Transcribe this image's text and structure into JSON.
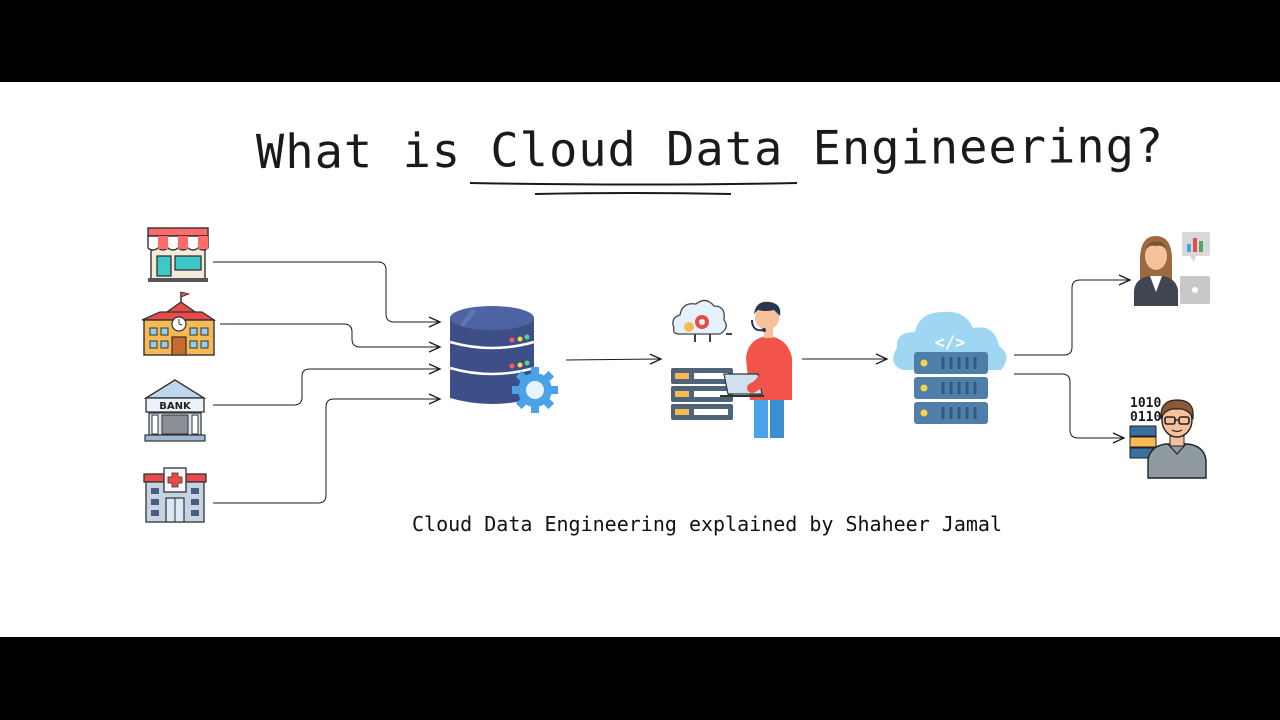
{
  "title": {
    "prefix": "What is ",
    "highlight": "Cloud Data",
    "suffix": " Engineering?"
  },
  "caption": "Cloud Data Engineering explained by Shaheer Jamal",
  "bank_sign": "BANK",
  "binary_text": [
    "1010",
    "0110"
  ],
  "nodes": {
    "sources": [
      "shop-icon",
      "school-icon",
      "bank-icon",
      "hospital-icon"
    ],
    "storage": "database-gear-icon",
    "engineer": "data-engineer-laptop-icon",
    "cloud": "cloud-server-icon",
    "consumers": [
      "business-analyst-icon",
      "developer-icon"
    ]
  },
  "colors": {
    "ink": "#1a1a1a",
    "db_body": "#3d4f86",
    "gear": "#4aa3e8",
    "shirt": "#f2544b",
    "cloud": "#9fd6f2",
    "server": "#4f7fa8"
  }
}
